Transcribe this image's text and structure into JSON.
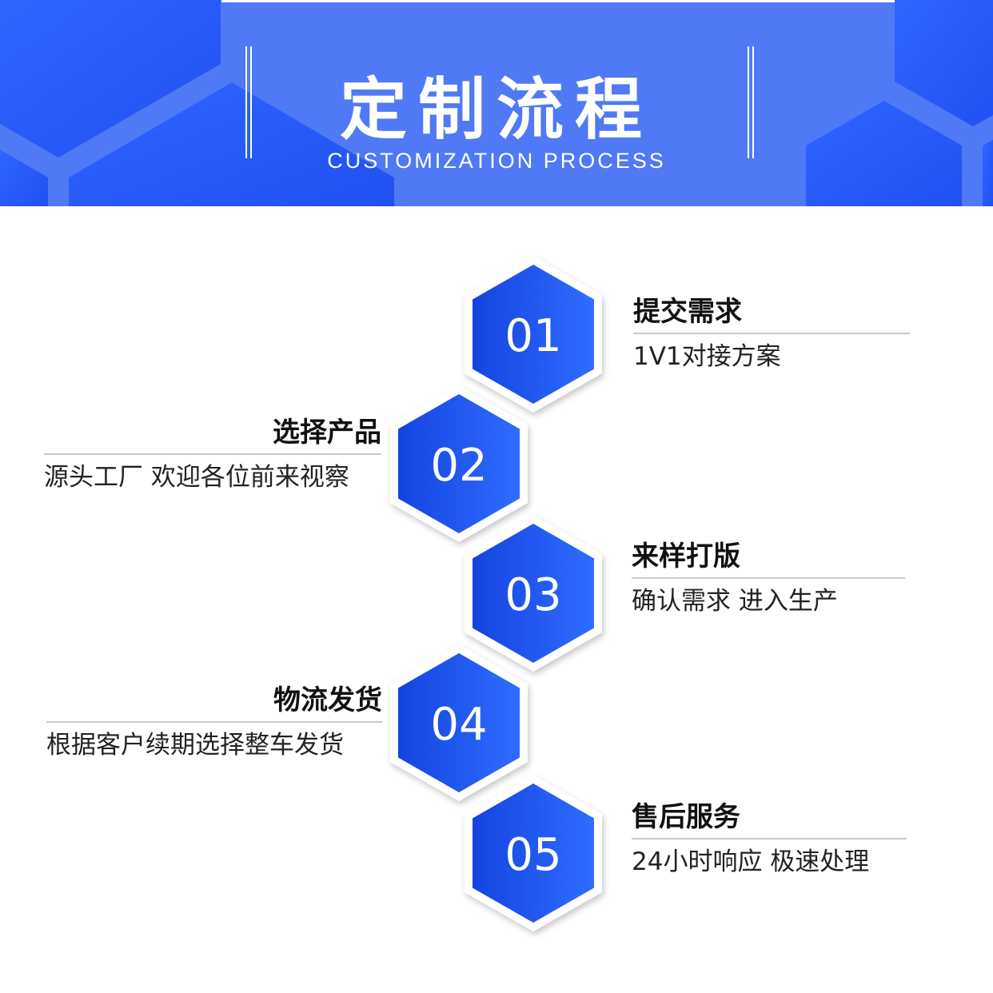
{
  "header": {
    "title": "定制流程",
    "subtitle": "CUSTOMIZATION  PROCESS"
  },
  "colors": {
    "header_bg": "#5079f5",
    "header_dark": "#2a5cf6",
    "hex_start": "#1444e0",
    "hex_end": "#2f6cff"
  },
  "steps": [
    {
      "number": "01",
      "title": "提交需求",
      "desc": "1V1对接方案"
    },
    {
      "number": "02",
      "title": "选择产品",
      "desc": "源头工厂 欢迎各位前来视察"
    },
    {
      "number": "03",
      "title": "来样打版",
      "desc": " 确认需求  进入生产"
    },
    {
      "number": "04",
      "title": "物流发货",
      "desc": "根据客户续期选择整车发货"
    },
    {
      "number": "05",
      "title": "售后服务",
      "desc": "24小时响应 极速处理"
    }
  ]
}
